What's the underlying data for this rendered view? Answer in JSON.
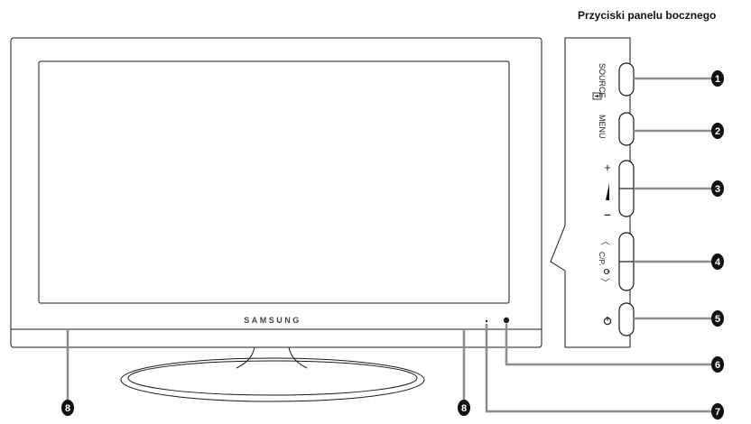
{
  "header": {
    "title": "Przyciski panelu bocznego"
  },
  "tv": {
    "brand": "SAMSUNG"
  },
  "side_panel": {
    "source_label": "SOURCE",
    "menu_label": "MENU",
    "plus_label": "+",
    "minus_label": "–",
    "ch_label": "C/P.",
    "left_arrow": "〈",
    "right_arrow": "〉"
  },
  "callouts": [
    {
      "id": "1",
      "label": "1"
    },
    {
      "id": "2",
      "label": "2"
    },
    {
      "id": "3",
      "label": "3"
    },
    {
      "id": "4",
      "label": "4"
    },
    {
      "id": "5",
      "label": "5"
    },
    {
      "id": "6",
      "label": "6"
    },
    {
      "id": "7",
      "label": "7"
    },
    {
      "id": "8a",
      "label": "8"
    },
    {
      "id": "8b",
      "label": "8"
    }
  ],
  "colors": {
    "line": "#1a1a1a",
    "leader": "#8c8c8c",
    "badge": "#111111",
    "badge_text": "#ffffff"
  },
  "icons": {
    "source": "input-source-icon",
    "power": "power-icon",
    "volume": "volume-wedge-icon",
    "sensor": "remote-sensor-icon",
    "led": "power-led-icon"
  }
}
